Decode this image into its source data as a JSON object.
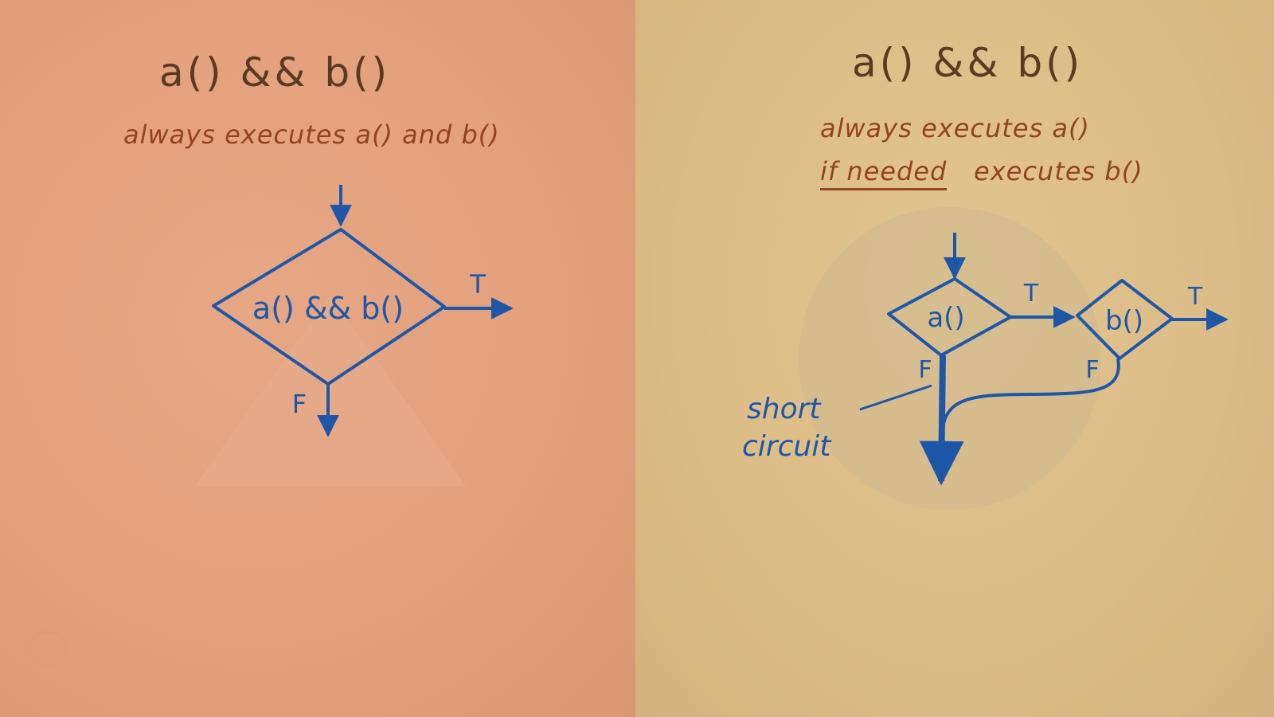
{
  "left": {
    "title": "a() && b()",
    "subtitle": "always executes a() and b()",
    "diamond_label": "a() && b()",
    "true_label": "T",
    "false_label": "F"
  },
  "right": {
    "title": "a() && b()",
    "subtitle_line1": "always executes a()",
    "subtitle_line2_emph": "if needed",
    "subtitle_line2_rest": "executes b()",
    "diamond_a_label": "a()",
    "diamond_b_label": "b()",
    "true_label_a": "T",
    "true_label_b": "T",
    "false_label_a": "F",
    "false_label_b": "F",
    "annotation_line1": "short",
    "annotation_line2": "circuit"
  },
  "colors": {
    "left_background": "#e3a07c",
    "right_background": "#dcbc86",
    "title_ink": "#5a3a22",
    "subtitle_ink": "#93431f",
    "diagram_ink": "#1e56a8"
  }
}
